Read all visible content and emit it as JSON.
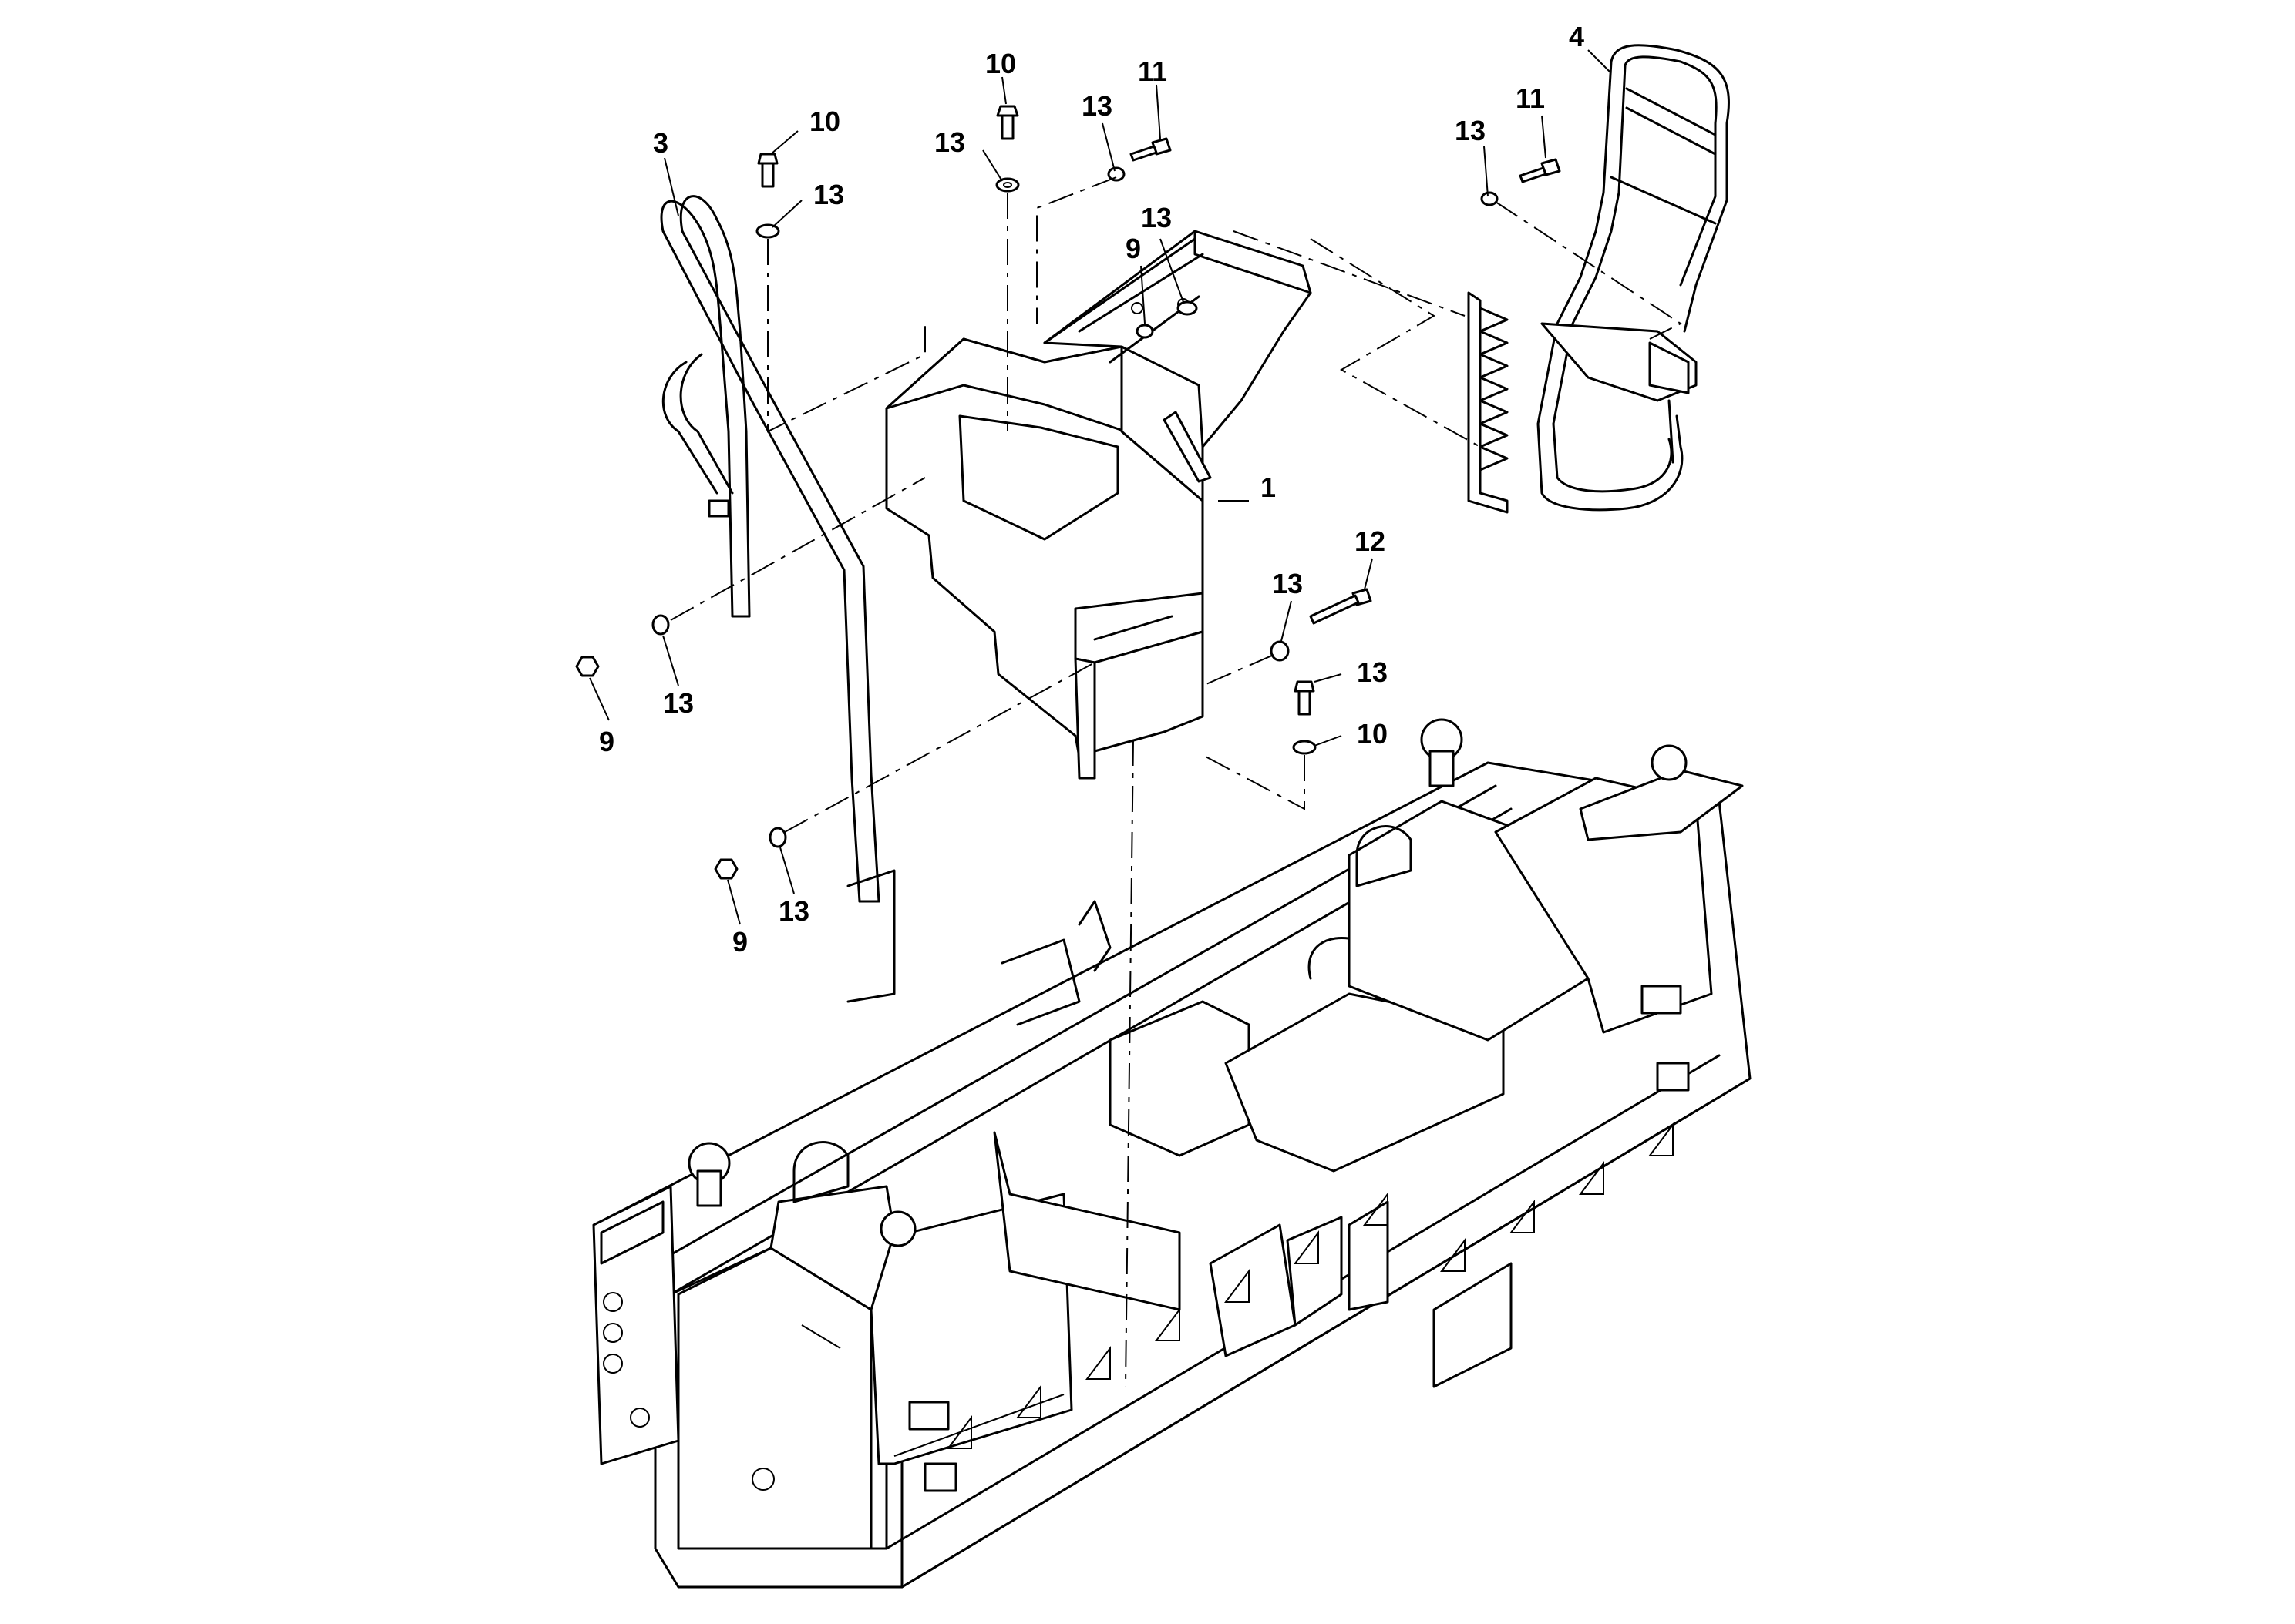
{
  "diagram": {
    "callouts": [
      {
        "id": "c-10a",
        "text": "10"
      },
      {
        "id": "c-11a",
        "text": "11"
      },
      {
        "id": "c-13a",
        "text": "13"
      },
      {
        "id": "c-13b",
        "text": "13"
      },
      {
        "id": "c-10b",
        "text": "10"
      },
      {
        "id": "c-13c",
        "text": "13"
      },
      {
        "id": "c-3",
        "text": "3"
      },
      {
        "id": "c-9a",
        "text": "9"
      },
      {
        "id": "c-13d",
        "text": "13"
      },
      {
        "id": "c-1",
        "text": "1"
      },
      {
        "id": "c-4",
        "text": "4"
      },
      {
        "id": "c-13e",
        "text": "13"
      },
      {
        "id": "c-11b",
        "text": "11"
      },
      {
        "id": "c-12",
        "text": "12"
      },
      {
        "id": "c-13f",
        "text": "13"
      },
      {
        "id": "c-13g",
        "text": "13"
      },
      {
        "id": "c-10c",
        "text": "10"
      },
      {
        "id": "c-9b",
        "text": "9"
      },
      {
        "id": "c-13h",
        "text": "13"
      },
      {
        "id": "c-9c",
        "text": "9"
      },
      {
        "id": "c-13i",
        "text": "13"
      }
    ]
  }
}
